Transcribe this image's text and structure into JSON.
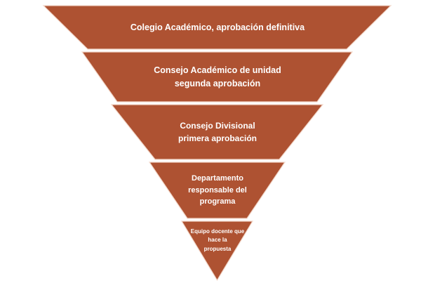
{
  "diagram": {
    "type": "inverted-pyramid",
    "levels": [
      {
        "label": "Colegio  Académico, aprobación definitiva"
      },
      {
        "label": "Consejo Académico de unidad\nsegunda aprobación"
      },
      {
        "label": "Consejo Divisional\nprimera aprobación"
      },
      {
        "label": "Departamento\nresponsable del\nprograma"
      },
      {
        "label": "Equipo docente que\nhace la\npropuesta"
      }
    ],
    "colors": {
      "segment_fill": "#AE5232",
      "segment_stroke": "#F2D7C9",
      "text": "#FFFFFF",
      "background": "#FFFFFF"
    }
  }
}
